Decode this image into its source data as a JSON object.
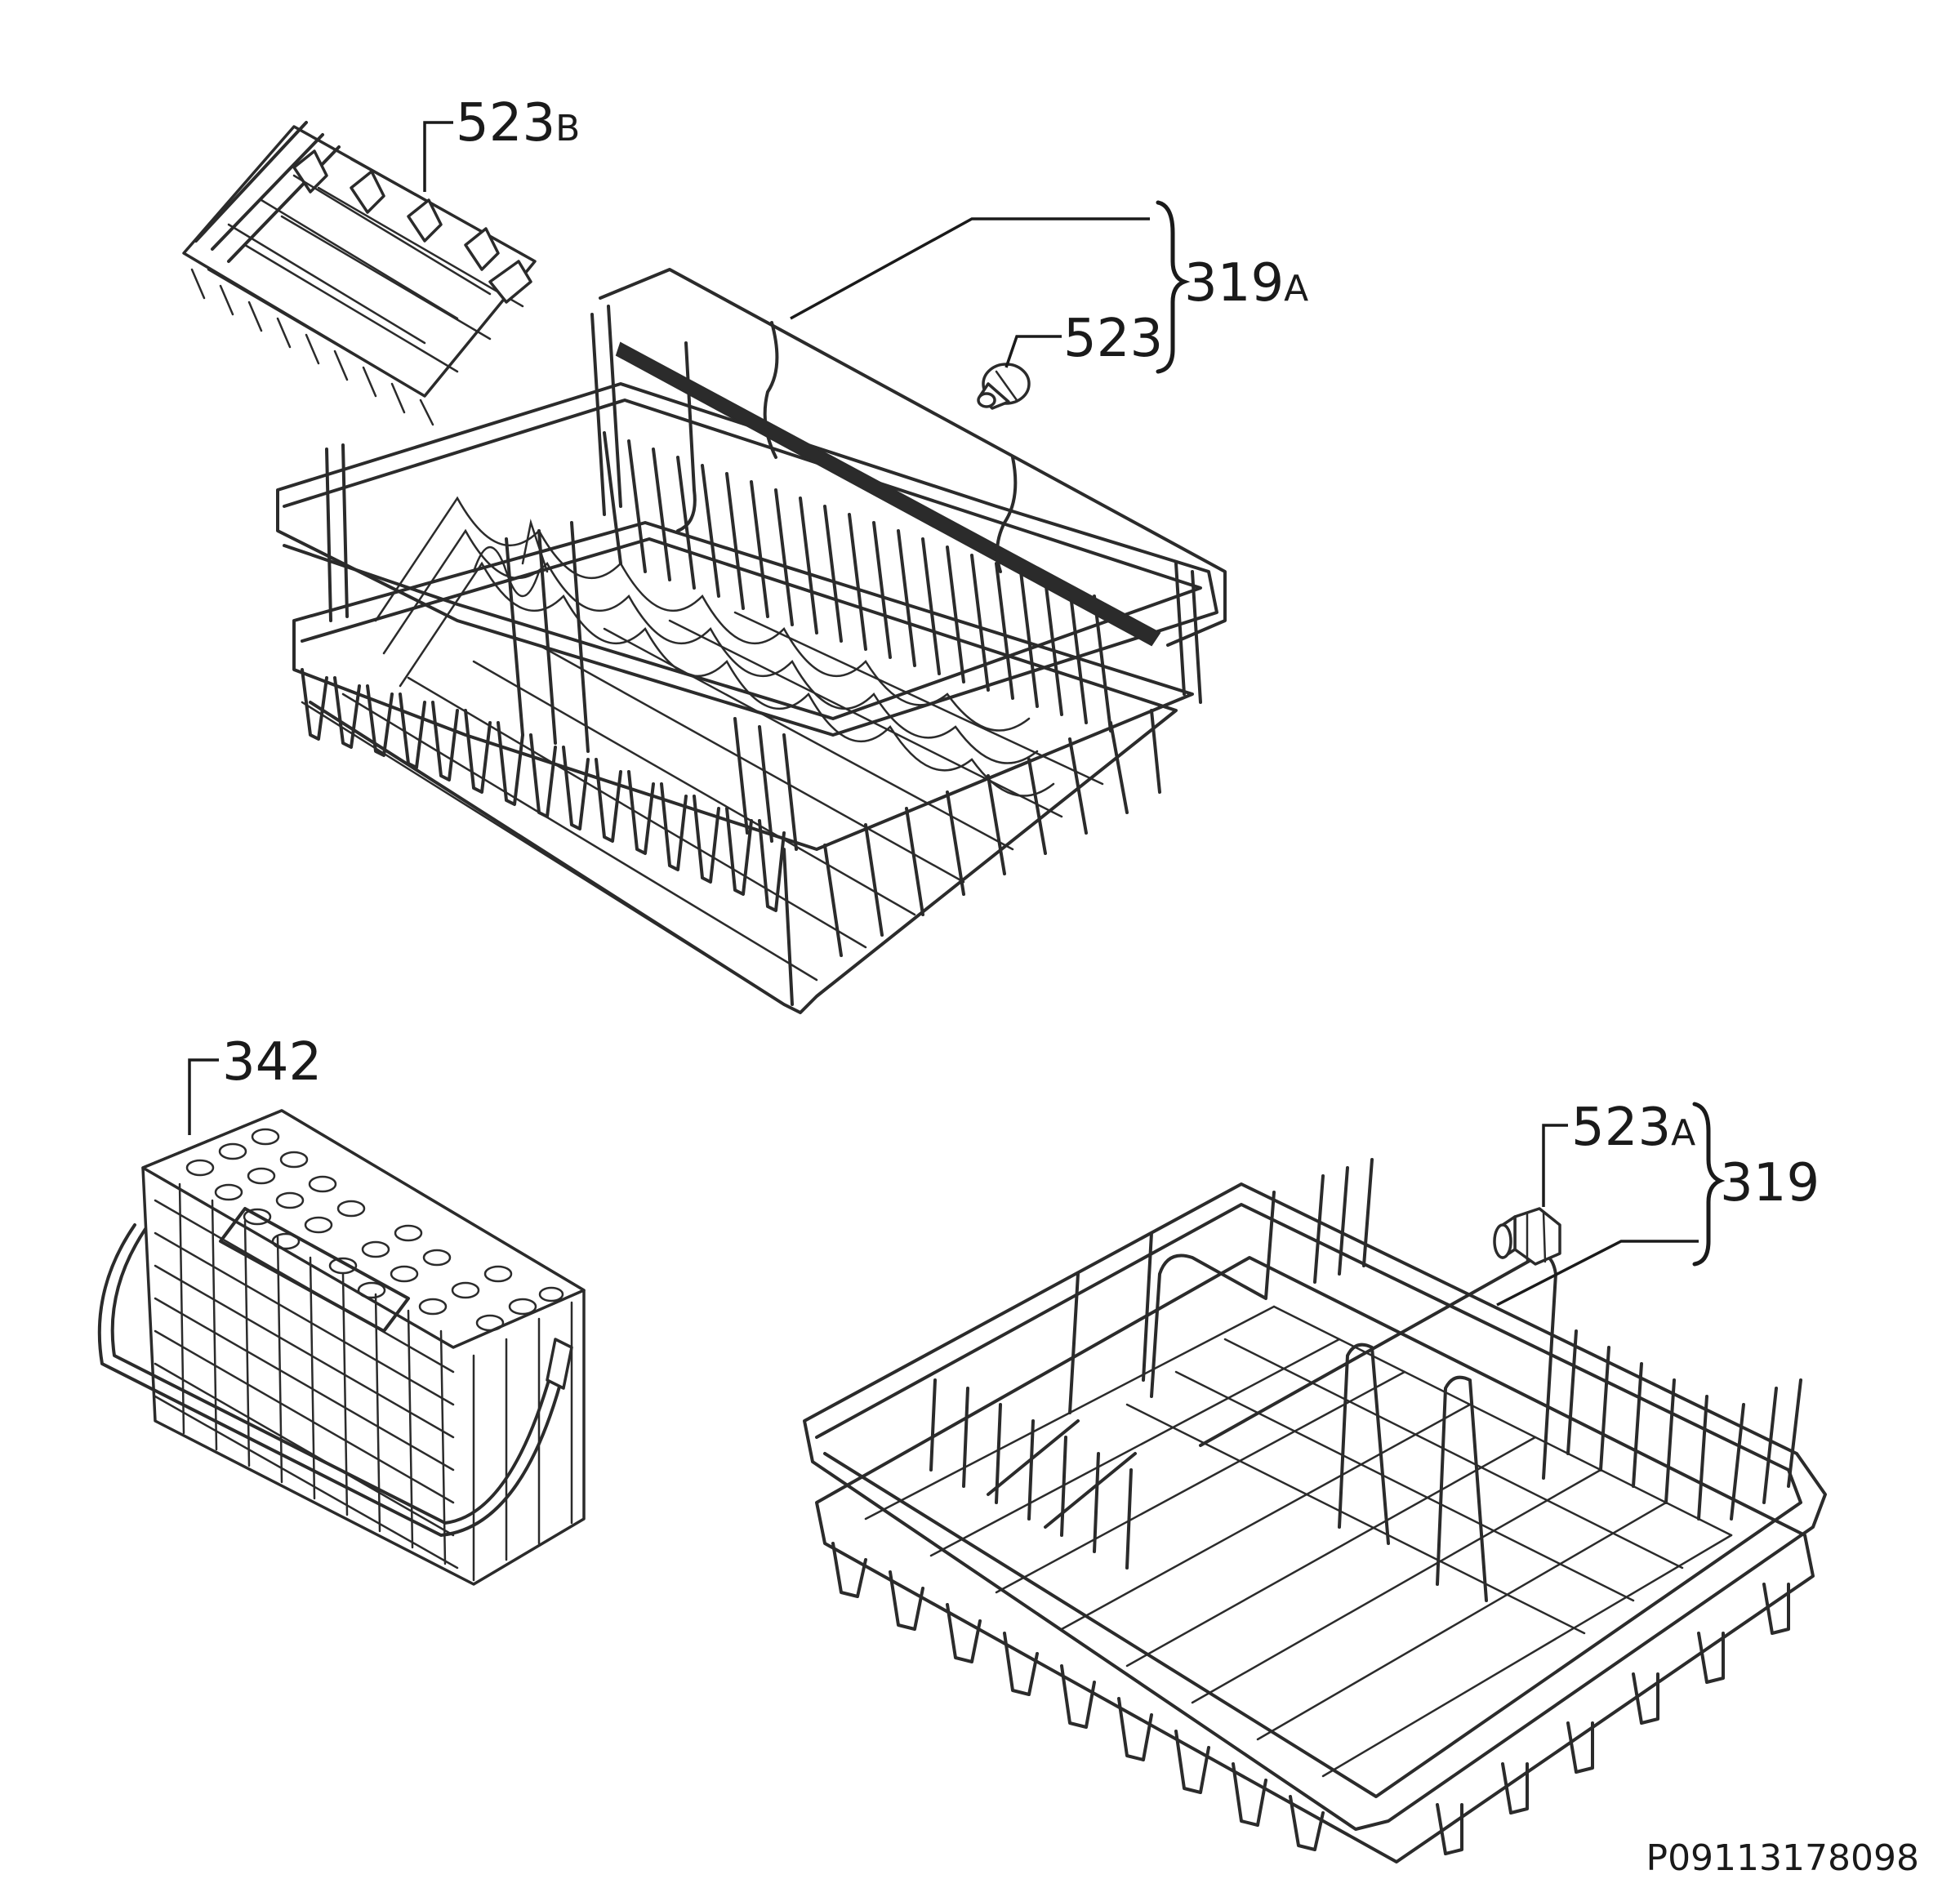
{
  "labels": {
    "part_523b": {
      "number": "523",
      "suffix": "B"
    },
    "part_319a": {
      "number": "319",
      "suffix": "A"
    },
    "part_523": {
      "number": "523"
    },
    "part_342": {
      "number": "342"
    },
    "part_523a": {
      "number": "523",
      "suffix": "A"
    },
    "part_319": {
      "number": "319"
    }
  },
  "document_number": "P09113178098",
  "colors": {
    "line": "#2b2b2b",
    "background": "#ffffff"
  }
}
